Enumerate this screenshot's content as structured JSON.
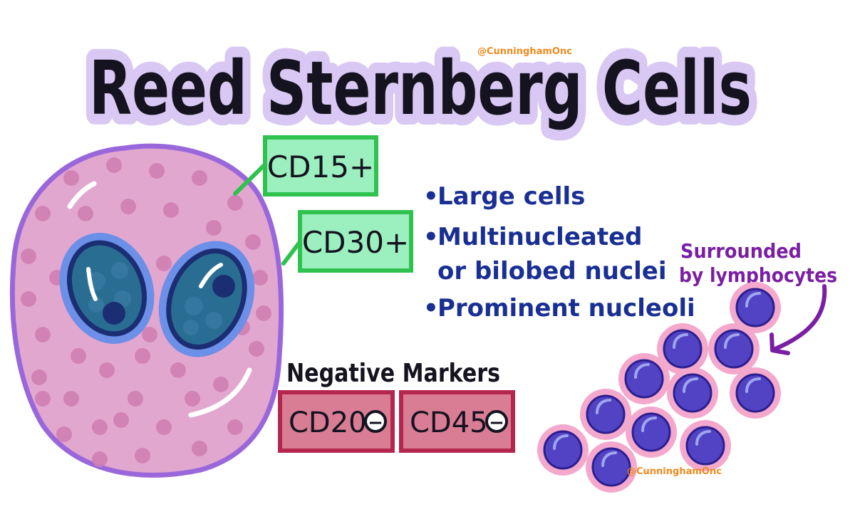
{
  "title": "Reed Sternberg Cells",
  "credit_top": "@CunninghamOnc",
  "credit_bottom": "@CunninghamOnc",
  "positive_markers": [
    {
      "label": "CD15+"
    },
    {
      "label": "CD30+"
    }
  ],
  "features": [
    {
      "bullet": "•",
      "line1": "Large cells",
      "line2": ""
    },
    {
      "bullet": "•",
      "line1": "Multinucleated",
      "line2": "or bilobed nuclei"
    },
    {
      "bullet": "•",
      "line1": "Prominent nucleoli",
      "line2": ""
    }
  ],
  "negative_heading": "Negative Markers",
  "negative_markers": [
    {
      "label": "CD20",
      "sign": "−"
    },
    {
      "label": "CD45",
      "sign": "−"
    }
  ],
  "lymphocyte_note": {
    "line1": "Surrounded",
    "line2": "by lymphocytes"
  },
  "colors": {
    "title_glow": "#d9c8f3",
    "title_text": "#15131f",
    "credit": "#f08a1e",
    "cell_fill": "#e2a7cf",
    "cell_border": "#9a67db",
    "cell_dots": "#cf7fb2",
    "nucleus_ring": "#6c8fe8",
    "nucleus_fill": "#2a6d93",
    "nucleus_dark": "#1b2e72",
    "positive_fill": "#9cf0bf",
    "positive_border": "#2fc24f",
    "feature_text": "#1a2f93",
    "negative_fill": "#d97d95",
    "negative_border": "#b5264f",
    "lymph_halo": "#f4a8cc",
    "lymph_core": "#5143c4",
    "lymph_note": "#7a1fa4"
  }
}
